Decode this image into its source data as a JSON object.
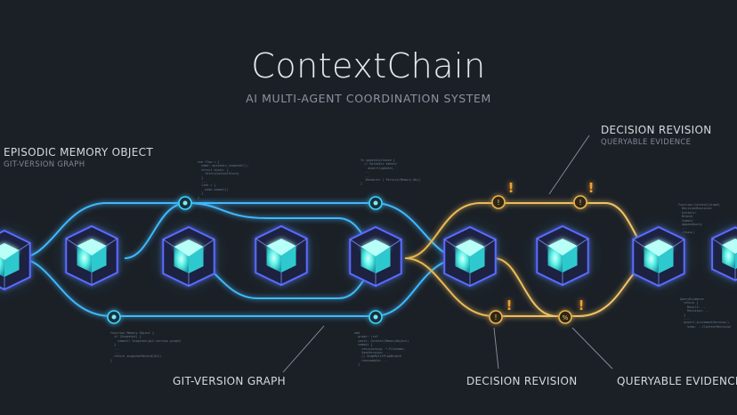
{
  "header": {
    "title": "ContextChain",
    "subtitle": "AI MULTI-AGENT COORDINATION SYSTEM"
  },
  "labels": {
    "memory_title": "EPISODIC MEMORY OBJECT",
    "memory_sub": "GIT-VERSION GRAPH",
    "revision_title": "DECISION REVISION",
    "revision_sub": "QUERYABLE EVIDENCE",
    "bottom_git": "GIT-VERSION GRAPH",
    "bottom_decision": "DECISION REVISION",
    "bottom_queryable": "QUERYABLE EVIDENCE"
  },
  "colors": {
    "background": "#1b2027",
    "chain_cyan": "#3fd3ff",
    "cube_core": "#39e6e0",
    "cube_frame": "#5a6cff",
    "revision_gold": "#e8b54e",
    "alert_orange": "#f0a030"
  },
  "code_snippets": [
    "use flow = {\n  name: episodic_snapshot();\n  struct chain: {\n    fetch(ContextStore)\n  }\n  ...\n  link = {\n    node.commit()\n  }\n}",
    "fn updateCallback {\n  // Episodic memory\n    assert(update).\n  ...\n  ...\n  .Renderer ( Persist(Memory.Obj)\n}",
    "function Memory Object {\n  if (Snapshot) {\n    commit! Snapshot(git.version.graph)\n  }\n  ...\n  ...\n  return snapshotRecord(Git)\n}",
    "add\n  graph: (ref\n  const: Context(MemoryObject)\n  commit {\n    revisionLog: *-Filename;\n    SaveVersion: ...\n    // SnapMultiPropBranch\n    reassemble: ...\n  }",
    "Function:Context(Graph)\n  DecisionRevision:\n  history:\n  Branch\n  Commit\n  AppendQuery\n  ...\n  (Chain)",
    "QueryEvidence\n  return {\n    Result: ..\n    Revision: ..\n  }\n  ...\n  assert.incrementVersion()\n    snap: ../ContextRevision"
  ]
}
